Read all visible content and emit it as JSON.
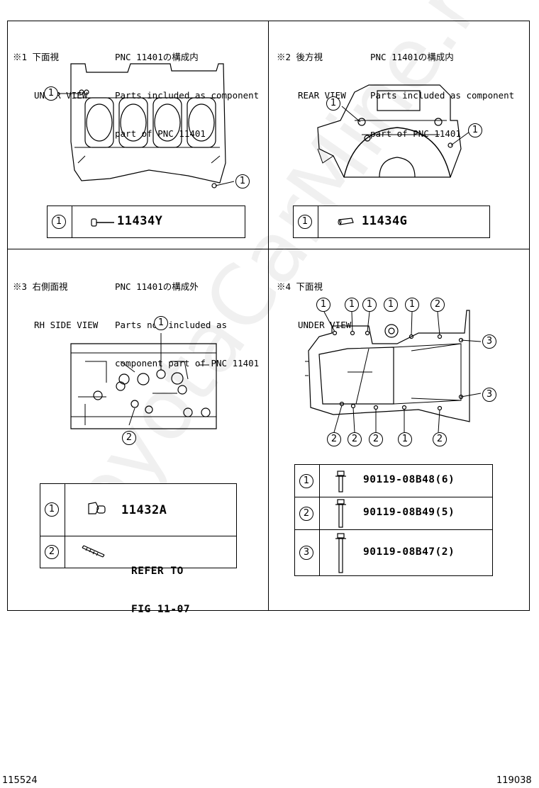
{
  "watermark": "ToyotaCarMine.ru",
  "footer": {
    "left": "115524",
    "right": "119038"
  },
  "panels": [
    {
      "id": "p1",
      "label": "※1 下面視",
      "view_en": "UNDER VIEW",
      "pnc_line": "PNC 11401の構成内",
      "desc1": "Parts included as component",
      "desc2": "part of PNC 11401",
      "parts": [
        {
          "num": "1",
          "part": "11434Y"
        }
      ]
    },
    {
      "id": "p2",
      "label": "※2 後方視",
      "view_en": "REAR VIEW",
      "pnc_line": "PNC 11401の構成内",
      "desc1": "Parts included as component",
      "desc2": "part of PNC 11401",
      "parts": [
        {
          "num": "1",
          "part": "11434G"
        }
      ]
    },
    {
      "id": "p3",
      "label": "※3 右側面視",
      "view_en": "RH SIDE VIEW",
      "pnc_line": "PNC 11401の構成外",
      "desc1": "Parts not included as",
      "desc2": "component part of PNC 11401",
      "parts": [
        {
          "num": "1",
          "part": "11432A"
        },
        {
          "num": "2",
          "part_line1": "REFER TO",
          "part_line2": "FIG 11-07"
        }
      ]
    },
    {
      "id": "p4",
      "label": "※4 下面視",
      "view_en": "UNDER VIEW",
      "parts": [
        {
          "num": "1",
          "part": "90119-08B48(6)"
        },
        {
          "num": "2",
          "part": "90119-08B49(5)"
        },
        {
          "num": "3",
          "part": "90119-08B47(2)"
        }
      ]
    }
  ],
  "callouts": {
    "p1": [
      "1",
      "1"
    ],
    "p2": [
      "1",
      "1"
    ],
    "p3": [
      "1",
      "2"
    ],
    "p4": [
      "1",
      "1",
      "1",
      "1",
      "1",
      "2",
      "3",
      "3",
      "2",
      "2",
      "2",
      "1",
      "2"
    ]
  }
}
